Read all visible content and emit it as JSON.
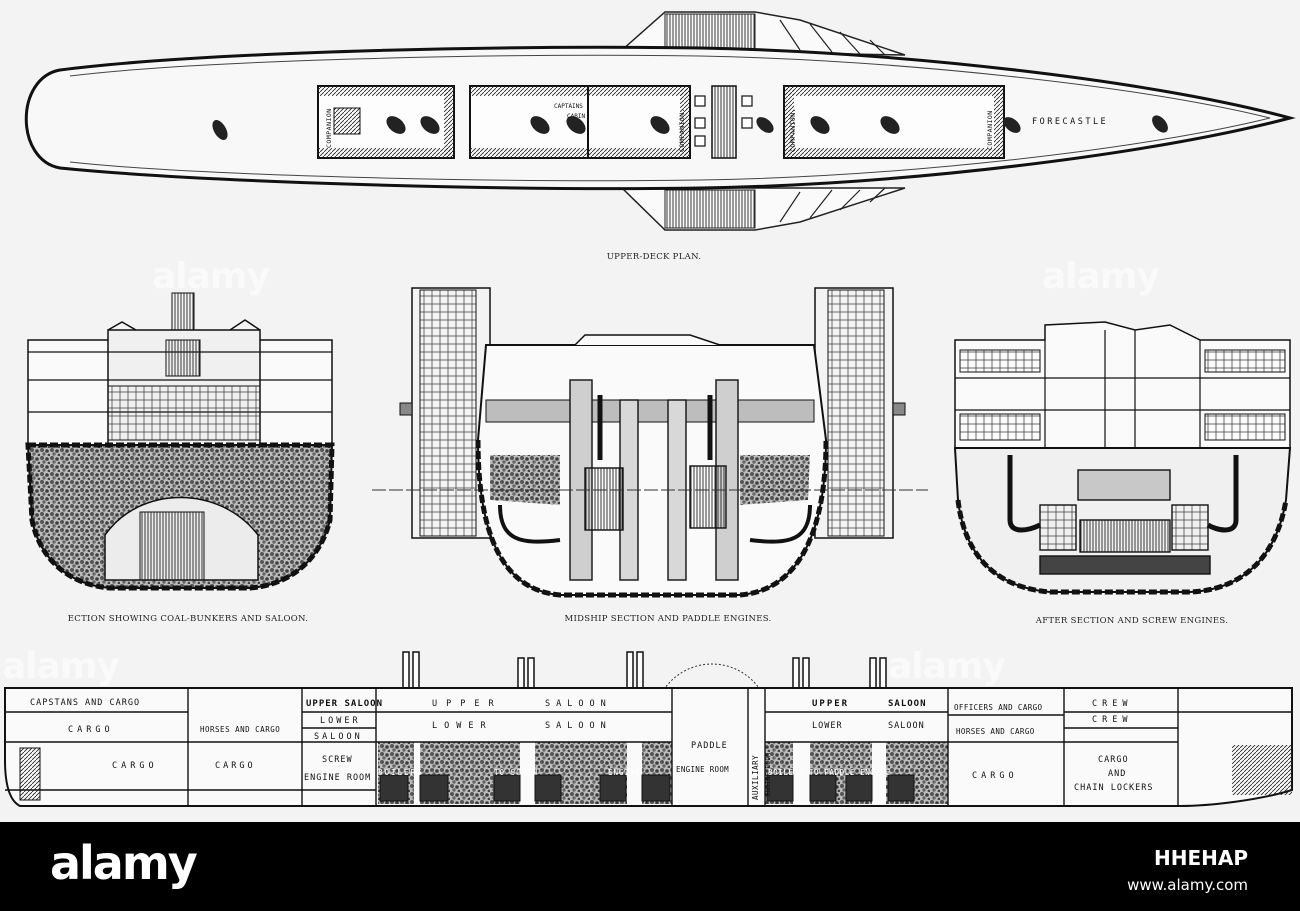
{
  "captions": {
    "upper_deck": "UPPER-DECK PLAN.",
    "section_coal": "ECTION SHOWING COAL-BUNKERS AND SALOON.",
    "midship": "MIDSHIP SECTION AND PADDLE ENGINES.",
    "after": "AFTER SECTION AND SCREW ENGINES."
  },
  "deck_labels": {
    "companion": "COMPANION",
    "companion_dot": "COMPANION.",
    "captains": "CAPTAINS",
    "cabin": "CABIN",
    "forecastle": "FORECASTLE"
  },
  "profile_labels": {
    "capstans_and_cargo": "CAPSTANS AND CARGO",
    "cargo": "CARGO",
    "horses_and_cargo": "HORSES AND CARGO",
    "upper_saloon": "UPPER SALOON",
    "lower": "LOWER",
    "saloon": "SALOON",
    "screw": "SCREW",
    "engine_room": "ENGINE ROOM",
    "upper": "UPPER",
    "paddle": "PADDLE",
    "auxiliary": "AUXILIARY",
    "engine_room_short": "ENGINE ROOM",
    "boilers": "BOILERS",
    "to_screw": "TO SCREW",
    "engine": "ENGINE",
    "boilers_to_paddle_engine": "BOILERS TO PADDLE ENGINE",
    "officers_and_cargo": "OFFICERS AND CARGO",
    "crew": "CREW",
    "and": "AND",
    "chain_lockers": "CHAIN LOCKERS"
  },
  "watermark": "alamy",
  "footer": {
    "brand": "alamy",
    "image_id": "HHEHAP",
    "url": "www.alamy.com"
  }
}
